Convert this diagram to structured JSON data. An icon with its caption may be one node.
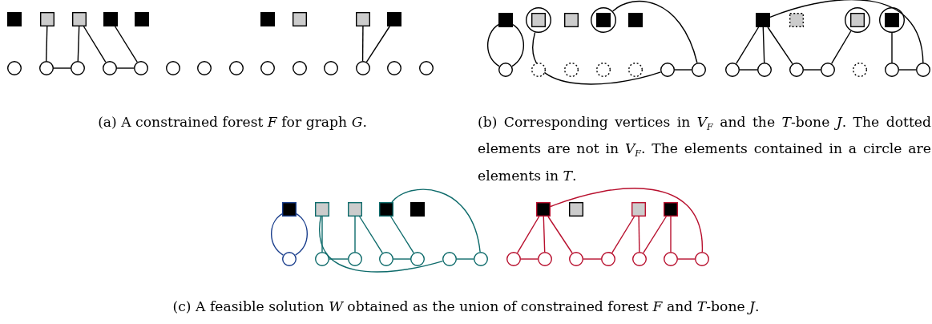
{
  "diagram": {
    "nodes": [
      {
        "text": [],
        "shape": "box"
      },
      {
        "text": [],
        "shape": "box"
      },
      {
        "text": [],
        "shape": "box"
      },
      {
        "text": [],
        "shape": "box"
      },
      {
        "text": [],
        "shape": "box"
      },
      {
        "text": [],
        "shape": "box"
      },
      {
        "text": [],
        "shape": "box"
      },
      {
        "text": [],
        "shape": "box"
      },
      {
        "text": [],
        "shape": "box"
      },
      {
        "text": [],
        "shape": "circle"
      },
      {
        "text": [],
        "shape": "circle"
      },
      {
        "text": [],
        "shape": "circle"
      },
      {
        "text": [],
        "shape": "circle"
      },
      {
        "text": [],
        "shape": "circle"
      },
      {
        "text": [],
        "shape": "circle"
      },
      {
        "text": [],
        "shape": "circle"
      },
      {
        "text": [],
        "shape": "circle"
      },
      {
        "text": [],
        "shape": "circle"
      },
      {
        "text": [],
        "shape": "circle"
      },
      {
        "text": [],
        "shape": "circle"
      },
      {
        "text": [],
        "shape": "circle"
      },
      {
        "text": [],
        "shape": "circle"
      },
      {
        "text": [],
        "shape": "circle"
      },
      {
        "text": [],
        "shape": "box"
      },
      {
        "text": [],
        "shape": "circle"
      },
      {
        "text": [],
        "shape": "box",
        "in": 24
      },
      {
        "text": [],
        "shape": "box"
      },
      {
        "text": [],
        "shape": "circle"
      },
      {
        "text": [],
        "shape": "box",
        "in": 27
      },
      {
        "text": [],
        "shape": "box"
      },
      {
        "text": [],
        "shape": "box"
      },
      {
        "text": [],
        "shape": "box"
      },
      {
        "text": [],
        "shape": "circle"
      },
      {
        "text": [],
        "shape": "box",
        "in": 32
      },
      {
        "text": [],
        "shape": "circle"
      },
      {
        "text": [],
        "shape": "box",
        "in": 34
      },
      {
        "text": [],
        "shape": "circle"
      },
      {
        "text": [],
        "shape": "circle"
      },
      {
        "text": [],
        "shape": "circle"
      },
      {
        "text": [],
        "shape": "circle"
      },
      {
        "text": [],
        "shape": "circle"
      },
      {
        "text": [],
        "shape": "circle"
      },
      {
        "text": [],
        "shape": "circle"
      },
      {
        "text": [],
        "shape": "circle"
      },
      {
        "text": [],
        "shape": "circle"
      },
      {
        "text": [],
        "shape": "circle"
      },
      {
        "text": [],
        "shape": "circle"
      },
      {
        "text": [],
        "shape": "circle"
      },
      {
        "text": [],
        "shape": "circle"
      },
      {
        "text": [],
        "shape": "circle"
      },
      {
        "text": [],
        "shape": "box"
      },
      {
        "text": [],
        "shape": "box"
      },
      {
        "text": [],
        "shape": "box"
      },
      {
        "text": [],
        "shape": "box"
      },
      {
        "text": [],
        "shape": "box"
      },
      {
        "text": [],
        "shape": "box"
      },
      {
        "text": [],
        "shape": "box"
      },
      {
        "text": [],
        "shape": "box"
      },
      {
        "text": [],
        "shape": "box"
      },
      {
        "text": [],
        "shape": "circle"
      },
      {
        "text": [],
        "shape": "circle"
      },
      {
        "text": [],
        "shape": "circle"
      },
      {
        "text": [],
        "shape": "circle"
      },
      {
        "text": [],
        "shape": "circle"
      },
      {
        "text": [],
        "shape": "circle"
      },
      {
        "text": [],
        "shape": "circle"
      },
      {
        "text": [],
        "shape": "circle"
      },
      {
        "text": [],
        "shape": "circle"
      },
      {
        "text": [],
        "shape": "circle"
      },
      {
        "text": [],
        "shape": "circle"
      },
      {
        "text": [],
        "shape": "circle"
      },
      {
        "text": [],
        "shape": "circle"
      },
      {
        "text": [],
        "shape": "circle"
      }
    ],
    "edges": [
      {
        "from": 1,
        "to": 10,
        "arrow": "none"
      },
      {
        "from": 10,
        "to": 11,
        "arrow": "none"
      },
      {
        "from": 2,
        "to": 11,
        "arrow": "none"
      },
      {
        "from": 2,
        "to": 12,
        "arrow": "none"
      },
      {
        "from": 12,
        "to": 13,
        "arrow": "none"
      },
      {
        "from": 3,
        "to": 13,
        "arrow": "none"
      },
      {
        "from": 7,
        "to": 20,
        "arrow": "none"
      },
      {
        "from": 8,
        "to": 20,
        "arrow": "none"
      },
      {
        "from": 23,
        "to": 36,
        "arrow": "none"
      },
      {
        "from": 23,
        "to": 36,
        "arrow": "none"
      },
      {
        "from": 24,
        "to": 41,
        "arrow": "none"
      },
      {
        "from": 27,
        "to": 42,
        "arrow": "none"
      },
      {
        "from": 41,
        "to": 42,
        "arrow": "none"
      },
      {
        "from": 30,
        "to": 43,
        "arrow": "none"
      },
      {
        "from": 30,
        "to": 44,
        "arrow": "none"
      },
      {
        "from": 30,
        "to": 45,
        "arrow": "none"
      },
      {
        "from": 30,
        "to": 49,
        "arrow": "none"
      },
      {
        "from": 43,
        "to": 44,
        "arrow": "none"
      },
      {
        "from": 45,
        "to": 46,
        "arrow": "none"
      },
      {
        "from": 32,
        "to": 46,
        "arrow": "none"
      },
      {
        "from": 34,
        "to": 48,
        "arrow": "none"
      },
      {
        "from": 48,
        "to": 49,
        "arrow": "none"
      },
      {
        "from": 50,
        "to": 59,
        "arrow": "none",
        "color": "#1a3e8c"
      },
      {
        "from": 50,
        "to": 59,
        "arrow": "none",
        "color": "#1a3e8c"
      },
      {
        "from": 51,
        "to": 60,
        "arrow": "none",
        "color": "#0e6b6b"
      },
      {
        "from": 51,
        "to": 64,
        "arrow": "none",
        "color": "#0e6b6b"
      },
      {
        "from": 60,
        "to": 61,
        "arrow": "none",
        "color": "#0e6b6b"
      },
      {
        "from": 52,
        "to": 61,
        "arrow": "none",
        "color": "#0e6b6b"
      },
      {
        "from": 52,
        "to": 62,
        "arrow": "none",
        "color": "#0e6b6b"
      },
      {
        "from": 62,
        "to": 63,
        "arrow": "none",
        "color": "#0e6b6b"
      },
      {
        "from": 53,
        "to": 63,
        "arrow": "none",
        "color": "#0e6b6b"
      },
      {
        "from": 53,
        "to": 65,
        "arrow": "none",
        "color": "#0e6b6b"
      },
      {
        "from": 64,
        "to": 65,
        "arrow": "none",
        "color": "#0e6b6b"
      },
      {
        "from": 55,
        "to": 66,
        "arrow": "none",
        "color": "#b8102e"
      },
      {
        "from": 55,
        "to": 67,
        "arrow": "none",
        "color": "#b8102e"
      },
      {
        "from": 55,
        "to": 68,
        "arrow": "none",
        "color": "#b8102e"
      },
      {
        "from": 55,
        "to": 72,
        "arrow": "none",
        "color": "#b8102e"
      },
      {
        "from": 66,
        "to": 67,
        "arrow": "none",
        "color": "#b8102e"
      },
      {
        "from": 68,
        "to": 69,
        "arrow": "none",
        "color": "#b8102e"
      },
      {
        "from": 57,
        "to": 69,
        "arrow": "none",
        "color": "#b8102e"
      },
      {
        "from": 57,
        "to": 70,
        "arrow": "none",
        "color": "#b8102e"
      },
      {
        "from": 58,
        "to": 70,
        "arrow": "none",
        "color": "#b8102e"
      },
      {
        "from": 58,
        "to": 71,
        "arrow": "none",
        "color": "#b8102e"
      },
      {
        "from": 71,
        "to": 72,
        "arrow": "none",
        "color": "#b8102e"
      }
    ],
    "labels": [
      "(a) A constrained forest *F* for graph *G*.",
      "(b) Corresponding vertices in *V*$_{F}$ and the *T*-bone *J*. The dotted elements are not in *V*$_{F}$. The elements contained in a circle are elements in *T*.",
      "(c) A feasible solution *W* obtained as the union of constrained forest *F* and *T*-bone *J*."
    ]
  }
}
